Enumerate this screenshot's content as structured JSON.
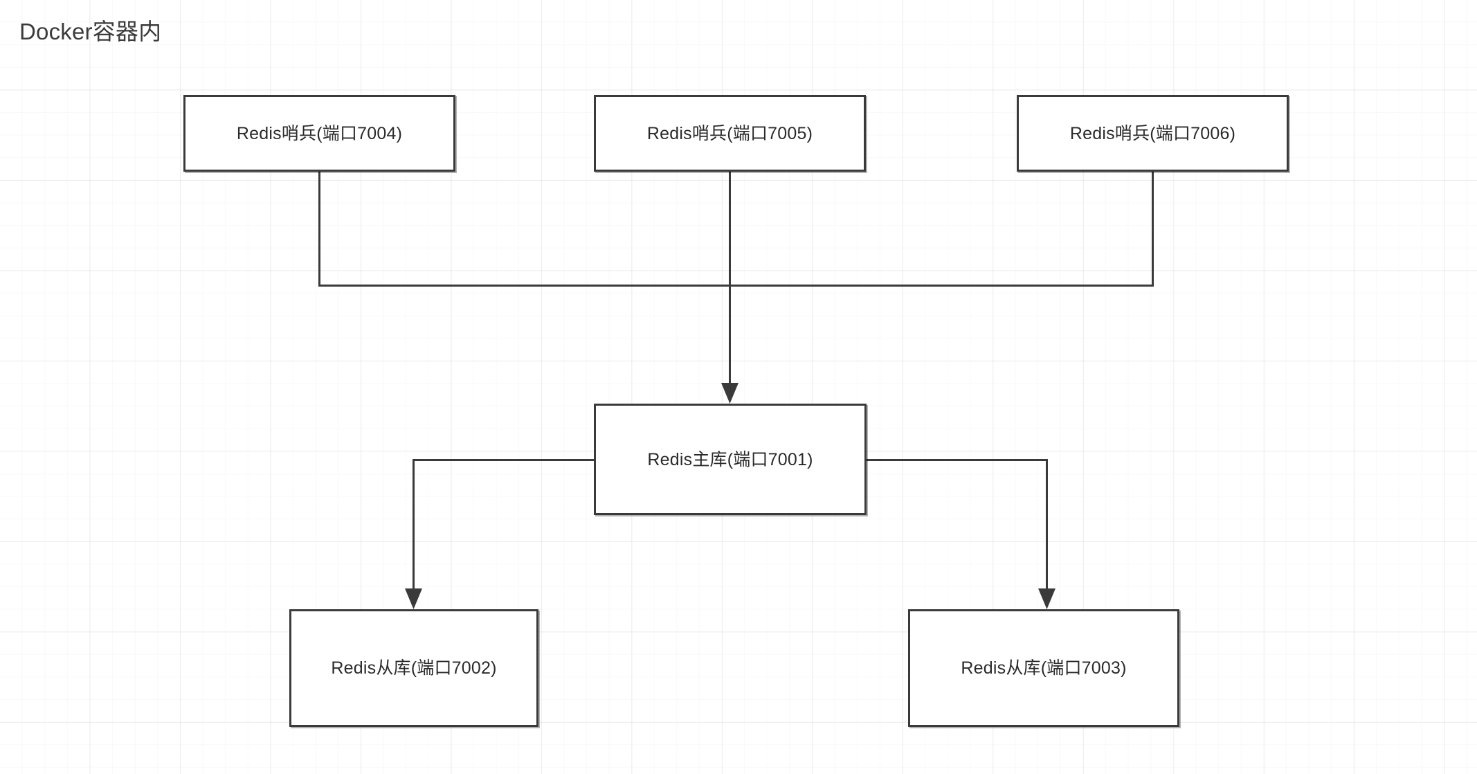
{
  "diagram": {
    "title": "Docker容器内",
    "background_color": "#ffffff",
    "grid": "graph-paper",
    "node_border_color": "#3a3a3a",
    "node_fill_color": "#ffffff",
    "text_color": "#2b2b2b",
    "edge_color": "#3a3a3a"
  },
  "nodes": {
    "sentinel_7004": {
      "label": "Redis哨兵(端口7004)",
      "role": "sentinel",
      "port": "7004"
    },
    "sentinel_7005": {
      "label": "Redis哨兵(端口7005)",
      "role": "sentinel",
      "port": "7005"
    },
    "sentinel_7006": {
      "label": "Redis哨兵(端口7006)",
      "role": "sentinel",
      "port": "7006"
    },
    "master_7001": {
      "label": "Redis主库(端口7001)",
      "role": "master",
      "port": "7001"
    },
    "slave_7002": {
      "label": "Redis从库(端口7002)",
      "role": "slave",
      "port": "7002"
    },
    "slave_7003": {
      "label": "Redis从库(端口7003)",
      "role": "slave",
      "port": "7003"
    }
  },
  "edges": [
    {
      "from": "sentinel_7004",
      "to": "master_7001",
      "arrow": true,
      "style": "orthogonal"
    },
    {
      "from": "sentinel_7005",
      "to": "master_7001",
      "arrow": true,
      "style": "orthogonal"
    },
    {
      "from": "sentinel_7006",
      "to": "master_7001",
      "arrow": true,
      "style": "orthogonal"
    },
    {
      "from": "master_7001",
      "to": "slave_7002",
      "arrow": true,
      "style": "orthogonal"
    },
    {
      "from": "master_7001",
      "to": "slave_7003",
      "arrow": true,
      "style": "orthogonal"
    }
  ]
}
